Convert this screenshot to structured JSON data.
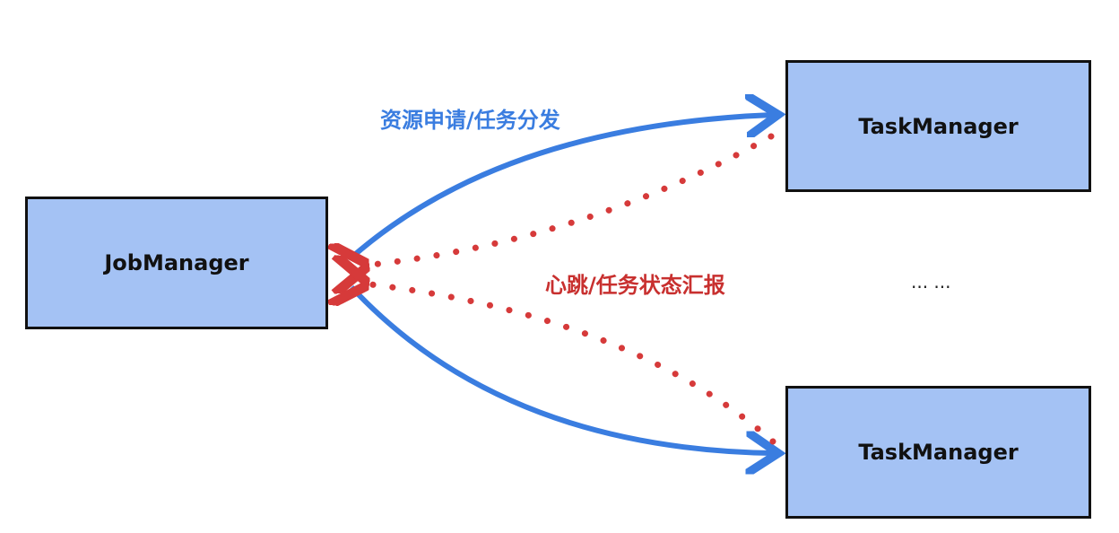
{
  "nodes": {
    "job_manager": "JobManager",
    "task_manager_top": "TaskManager",
    "task_manager_bottom": "TaskManager",
    "ellipsis": "... ..."
  },
  "edges": {
    "request_label": "资源申请/任务分发",
    "heartbeat_label": "心跳/任务状态汇报"
  },
  "colors": {
    "blue": "#3a7de0",
    "red": "#d63a3a",
    "box_fill": "#a4c2f4"
  }
}
